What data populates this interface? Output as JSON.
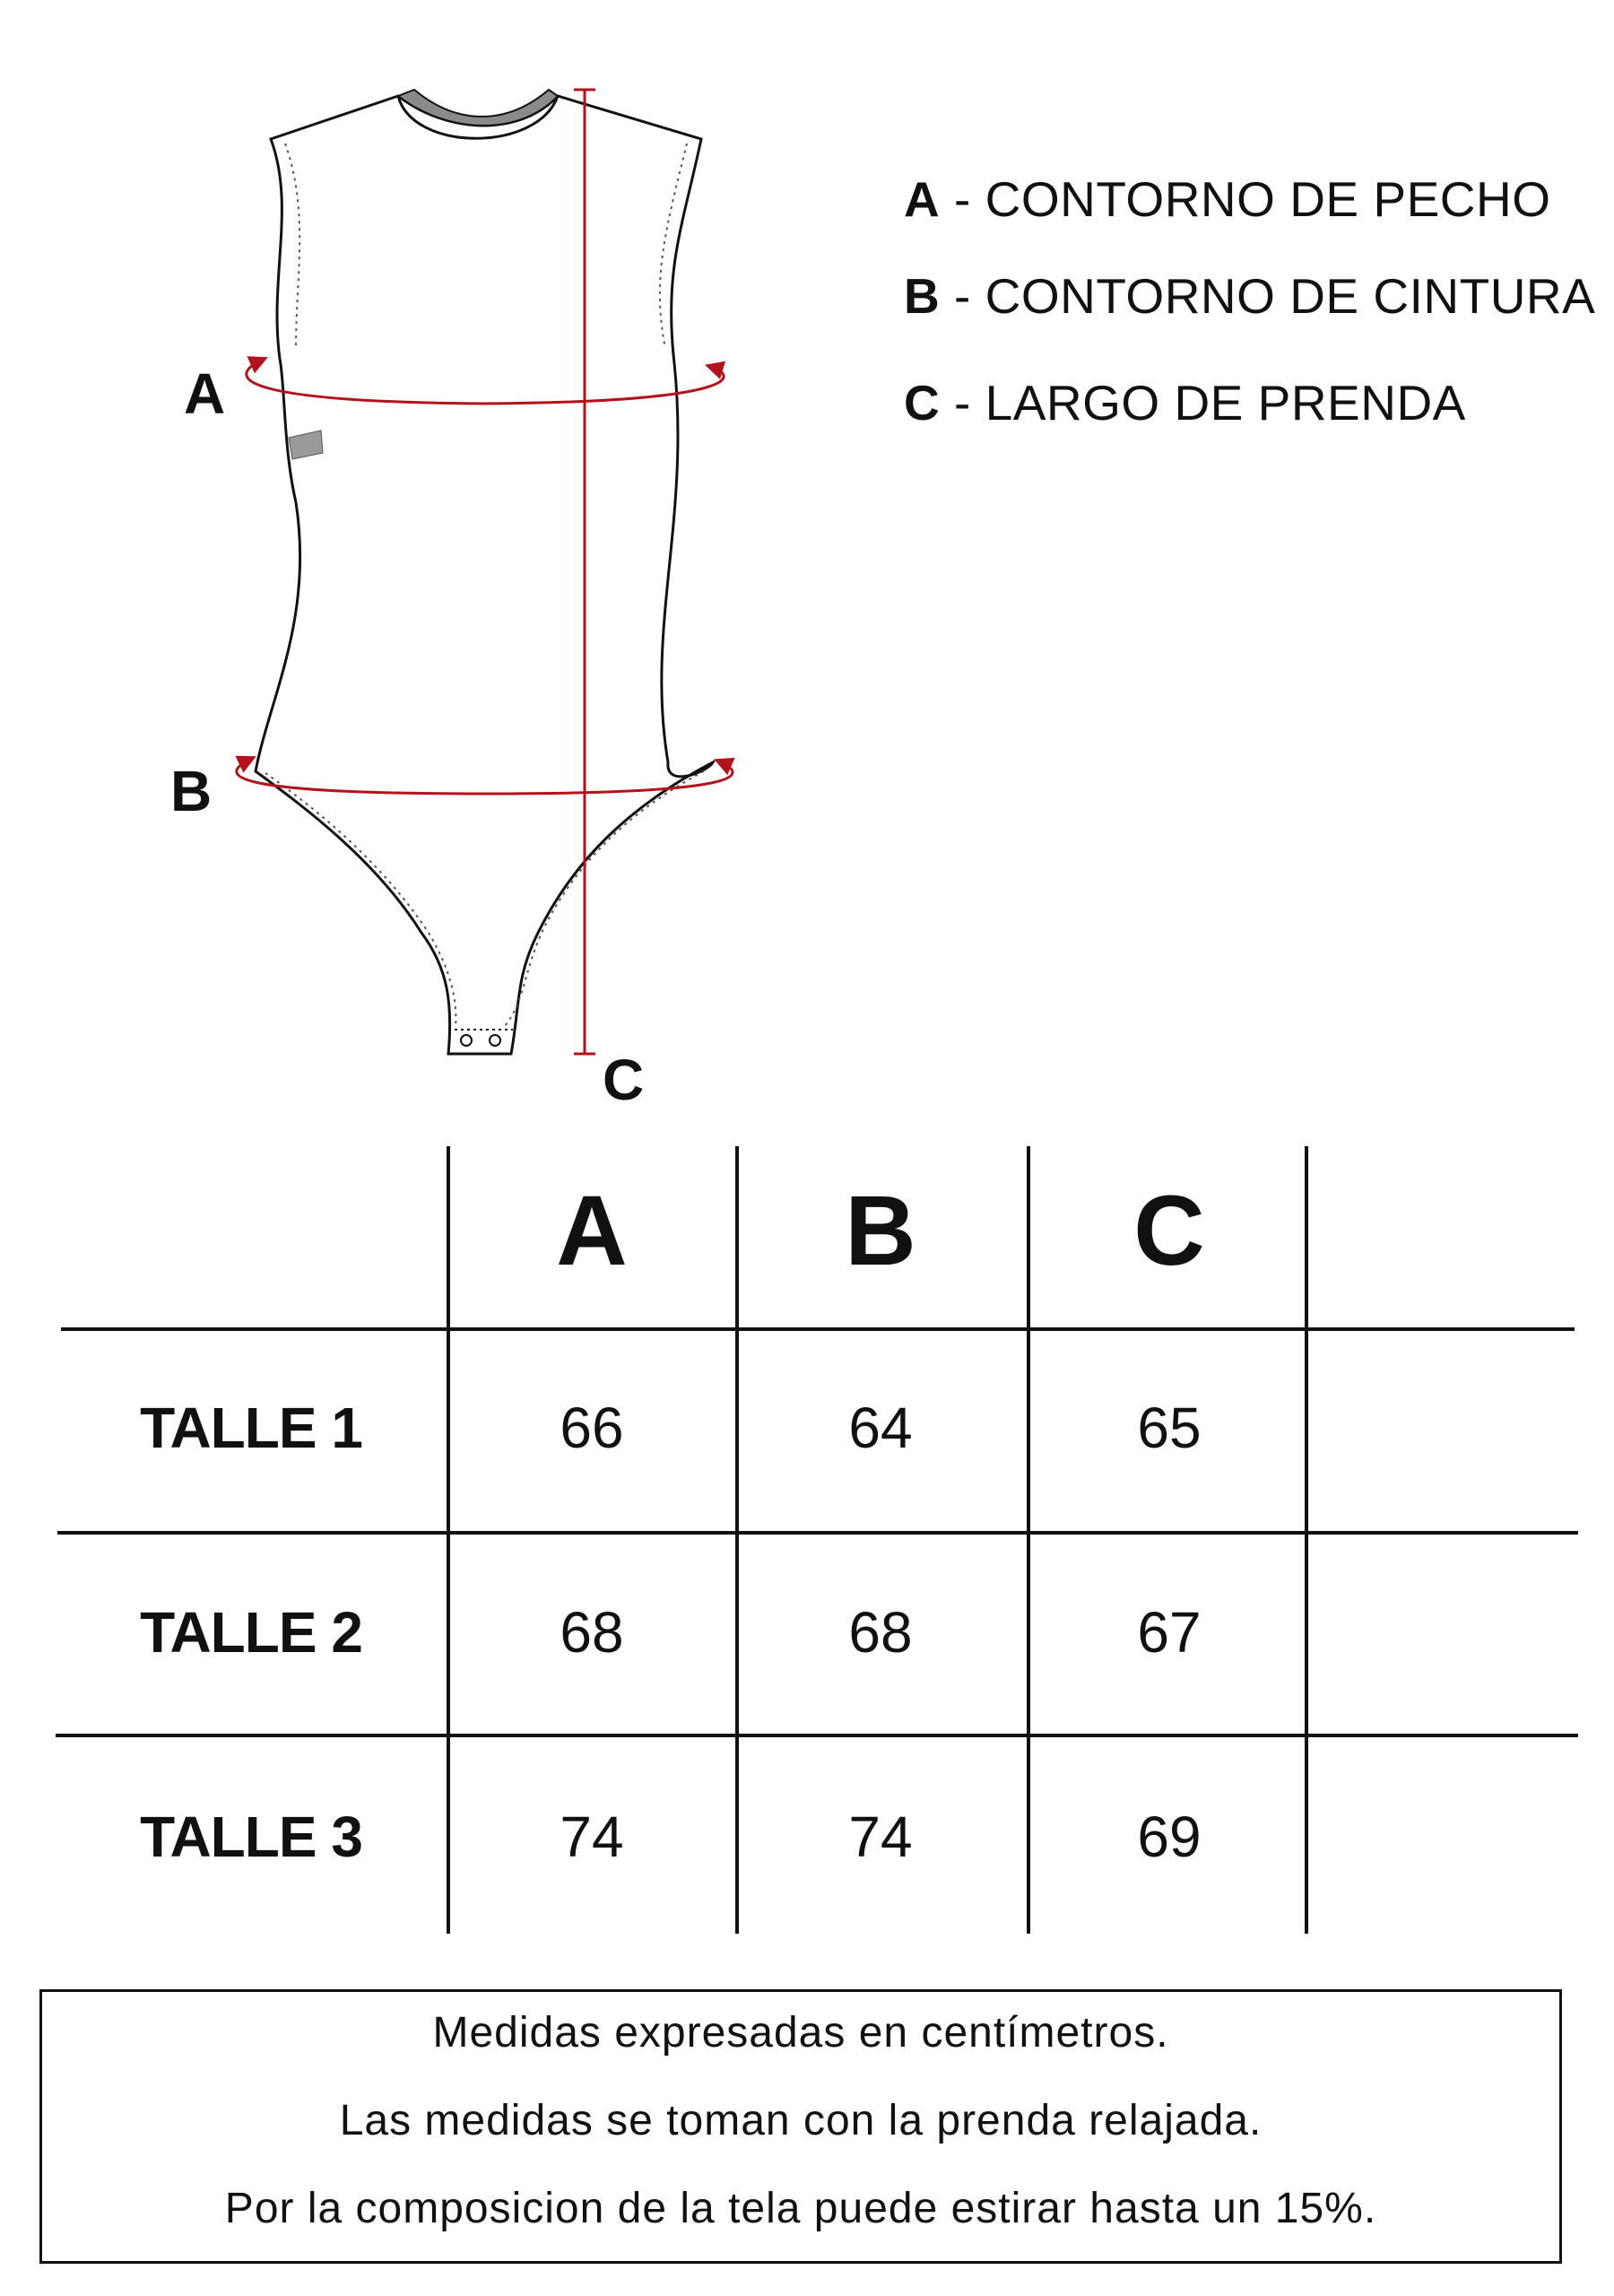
{
  "diagram": {
    "labels": {
      "a": "A",
      "b": "B",
      "c": "C"
    }
  },
  "legend": [
    {
      "letter": "A",
      "text": " - CONTORNO DE PECHO"
    },
    {
      "letter": "B",
      "text": " - CONTORNO DE CINTURA"
    },
    {
      "letter": "C",
      "text": " - LARGO DE PRENDA"
    }
  ],
  "table": {
    "columns": [
      "A",
      "B",
      "C"
    ],
    "rows": [
      {
        "label": "TALLE 1",
        "values": [
          "66",
          "64",
          "65"
        ]
      },
      {
        "label": "TALLE 2",
        "values": [
          "68",
          "68",
          "67"
        ]
      },
      {
        "label": "TALLE 3",
        "values": [
          "74",
          "74",
          "69"
        ]
      }
    ]
  },
  "notes": [
    "Medidas expresadas en centímetros.",
    "Las medidas se toman con la prenda relajada.",
    "Por la composicion de la tela puede estirar hasta un 15%."
  ],
  "colors": {
    "measure_line": "#b3121b",
    "ink": "#111111",
    "collar_fill": "#8a8a8a",
    "tag_fill": "#9a9a9a"
  }
}
